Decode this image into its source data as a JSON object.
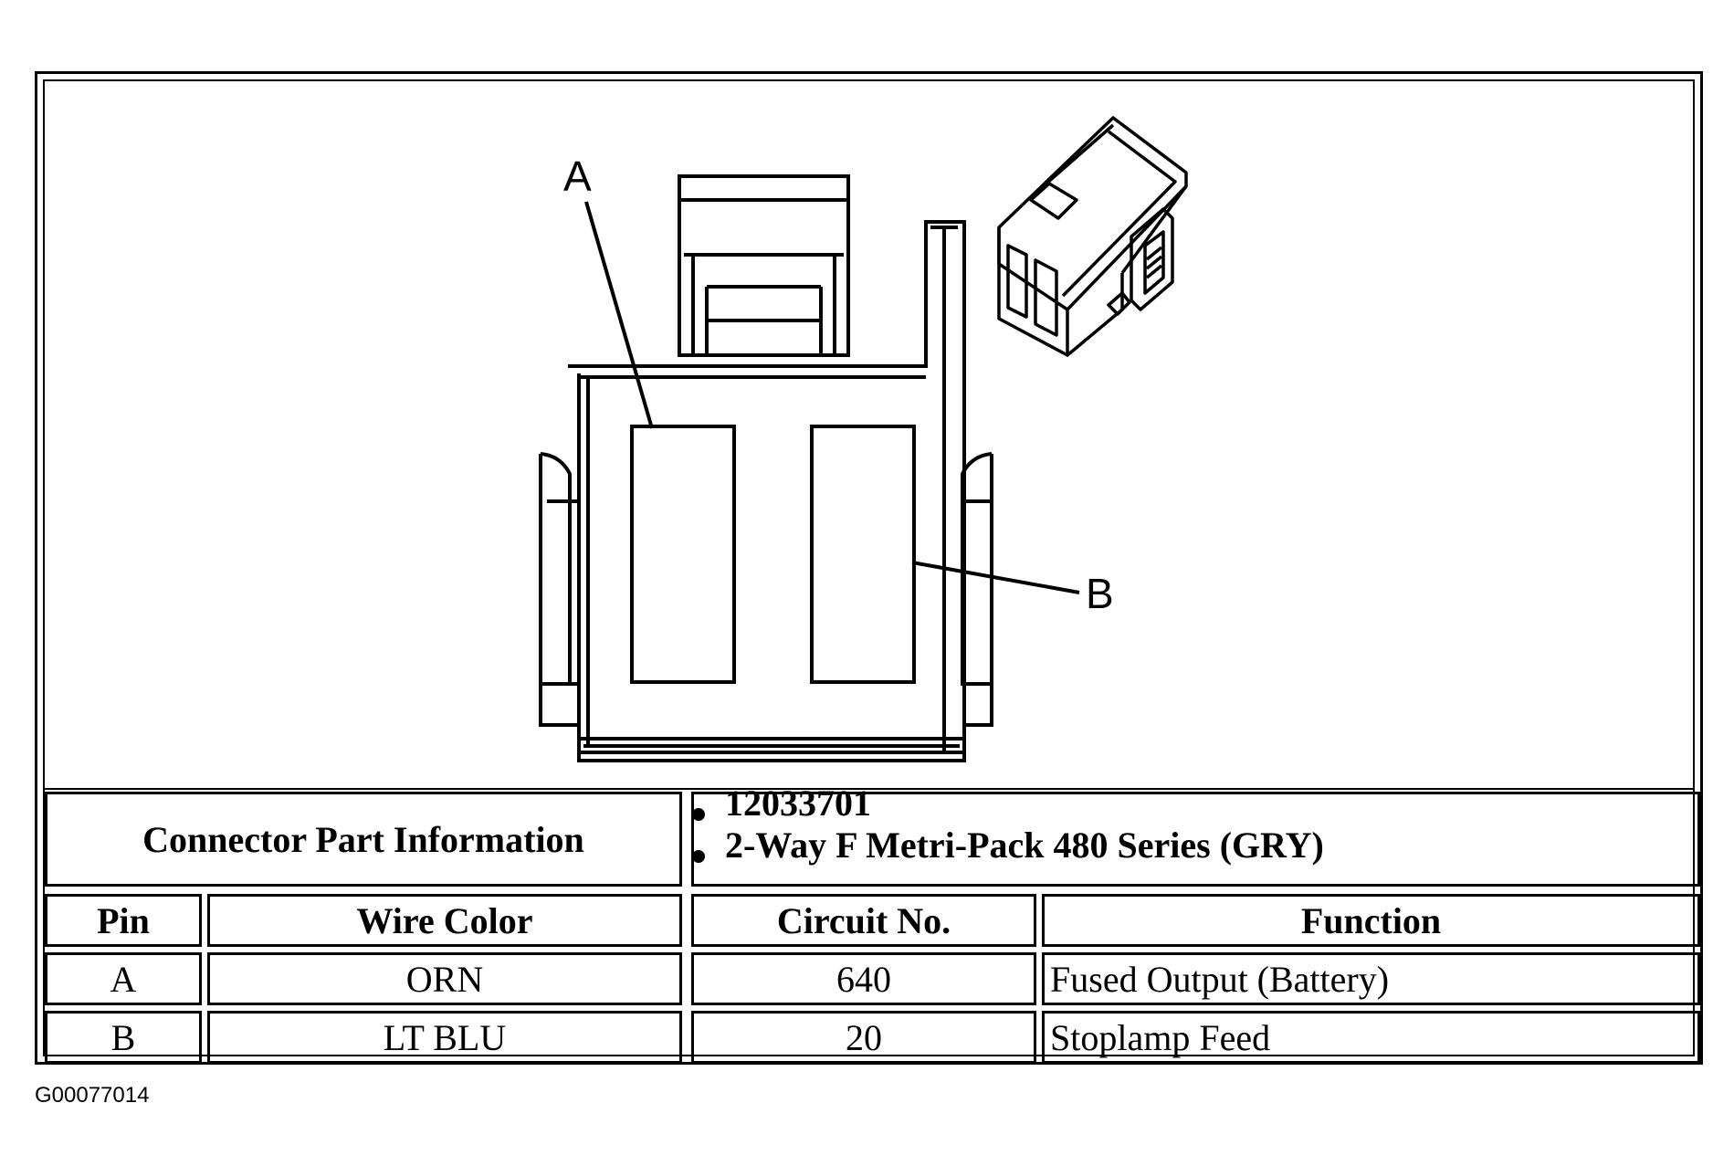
{
  "diagram": {
    "callouts": {
      "a": "A",
      "b": "B"
    }
  },
  "connector_info": {
    "label": "Connector Part Information",
    "lines": [
      "12033701",
      "2-Way F Metri-Pack 480 Series (GRY)"
    ]
  },
  "pin_table": {
    "headers": {
      "pin": "Pin",
      "wire_color": "Wire Color",
      "circuit_no": "Circuit No.",
      "function": "Function"
    },
    "rows": [
      {
        "pin": "A",
        "wire_color": "ORN",
        "circuit_no": "640",
        "function": "Fused Output (Battery)"
      },
      {
        "pin": "B",
        "wire_color": "LT BLU",
        "circuit_no": "20",
        "function": "Stoplamp Feed"
      }
    ]
  },
  "figure_id": "G00077014"
}
